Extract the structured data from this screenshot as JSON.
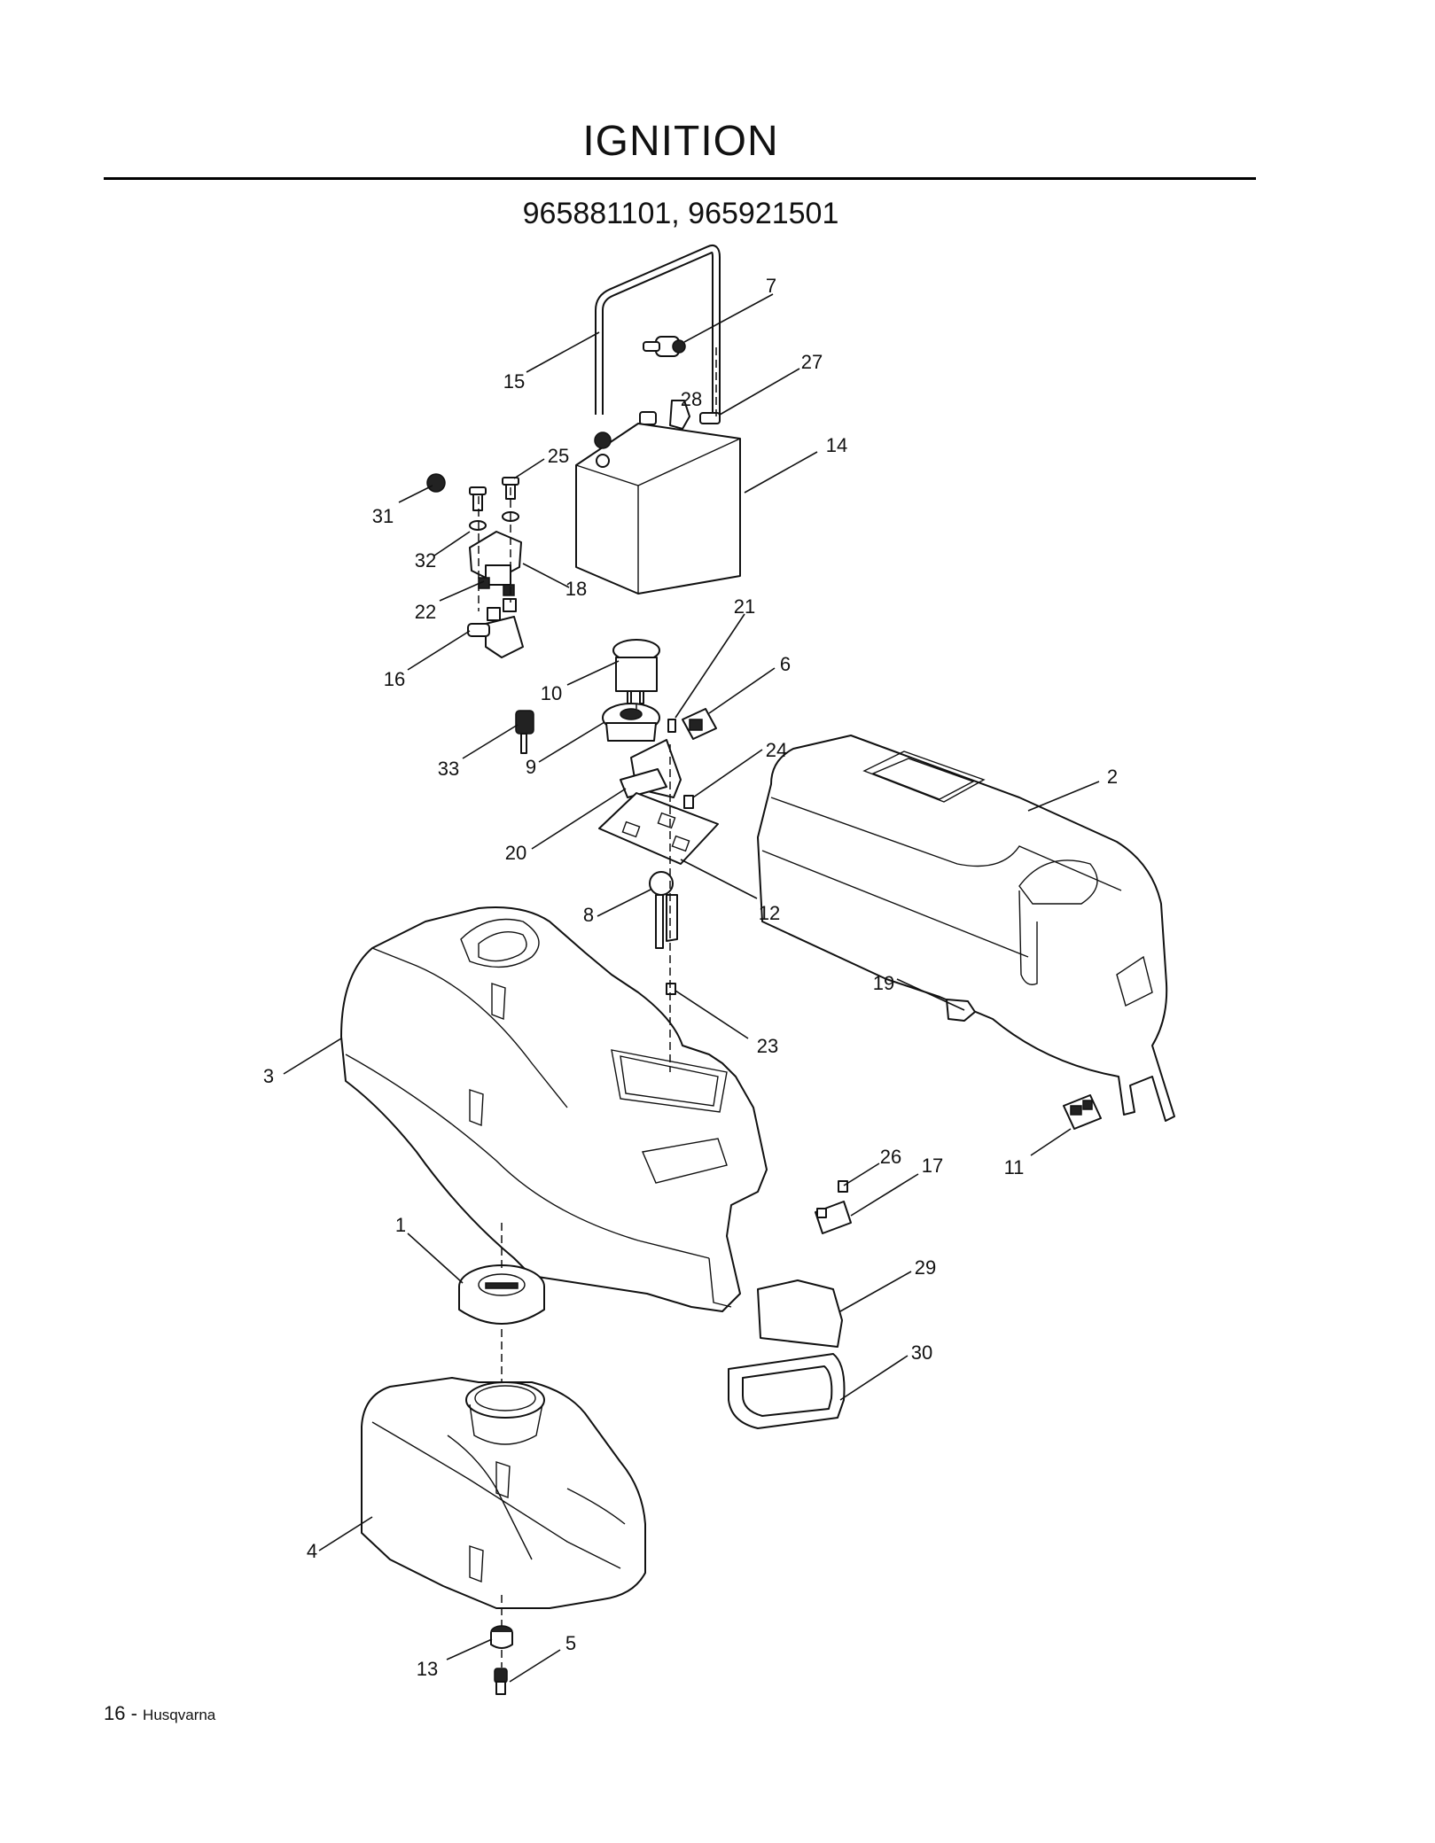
{
  "page": {
    "title": "IGNITION",
    "models": "965881101, 965921501",
    "footer_number": "16",
    "footer_separator": " - ",
    "footer_brand": "Husqvarna"
  },
  "diagram": {
    "callouts": [
      {
        "id": "c1",
        "label": "1"
      },
      {
        "id": "c2",
        "label": "2"
      },
      {
        "id": "c3",
        "label": "3"
      },
      {
        "id": "c4",
        "label": "4"
      },
      {
        "id": "c5",
        "label": "5"
      },
      {
        "id": "c6",
        "label": "6"
      },
      {
        "id": "c7",
        "label": "7"
      },
      {
        "id": "c8",
        "label": "8"
      },
      {
        "id": "c9",
        "label": "9"
      },
      {
        "id": "c10",
        "label": "10"
      },
      {
        "id": "c11",
        "label": "11"
      },
      {
        "id": "c12",
        "label": "12"
      },
      {
        "id": "c13",
        "label": "13"
      },
      {
        "id": "c14",
        "label": "14"
      },
      {
        "id": "c15",
        "label": "15"
      },
      {
        "id": "c16",
        "label": "16"
      },
      {
        "id": "c17",
        "label": "17"
      },
      {
        "id": "c18",
        "label": "18"
      },
      {
        "id": "c19",
        "label": "19"
      },
      {
        "id": "c20",
        "label": "20"
      },
      {
        "id": "c21",
        "label": "21"
      },
      {
        "id": "c22",
        "label": "22"
      },
      {
        "id": "c23",
        "label": "23"
      },
      {
        "id": "c24",
        "label": "24"
      },
      {
        "id": "c25",
        "label": "25"
      },
      {
        "id": "c26",
        "label": "26"
      },
      {
        "id": "c27",
        "label": "27"
      },
      {
        "id": "c28",
        "label": "28"
      },
      {
        "id": "c29",
        "label": "29"
      },
      {
        "id": "c30",
        "label": "30"
      },
      {
        "id": "c31",
        "label": "31"
      },
      {
        "id": "c32",
        "label": "32"
      },
      {
        "id": "c33",
        "label": "33"
      }
    ]
  }
}
